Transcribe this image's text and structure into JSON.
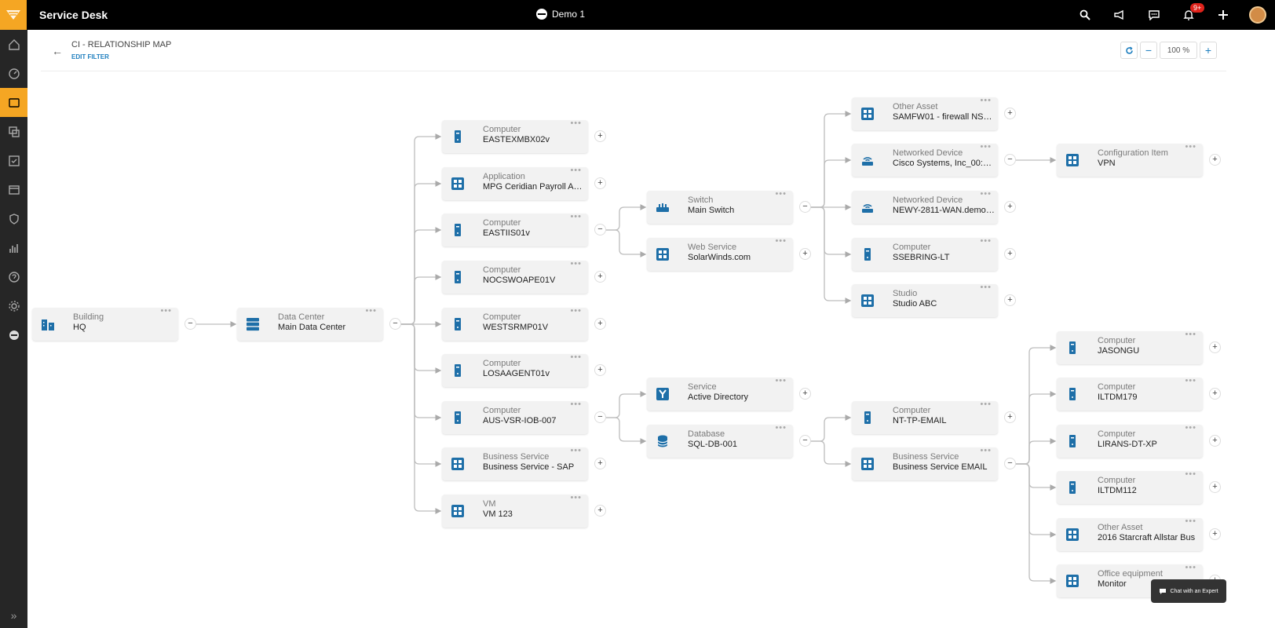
{
  "app": {
    "title": "Service Desk",
    "account": "Demo 1",
    "notification_count": "9+"
  },
  "header": {
    "title": "CI - RELATIONSHIP MAP",
    "edit_filter": "EDIT FILTER",
    "zoom": "100 %"
  },
  "chat_button": "Chat with an Expert",
  "colors": {
    "accent": "#f5a623",
    "icon_blue": "#1e6fa8",
    "link": "#1f7fbf"
  },
  "nodes": [
    {
      "id": "hq",
      "type": "Building",
      "name": "HQ",
      "icon": "building-icon",
      "toggle": "−"
    },
    {
      "id": "dc",
      "type": "Data Center",
      "name": "Main Data Center",
      "icon": "server-rack-icon",
      "toggle": "−"
    },
    {
      "id": "c1",
      "type": "Computer",
      "name": "EASTEXMBX02v",
      "icon": "computer-icon",
      "toggle": "+"
    },
    {
      "id": "a1",
      "type": "Application",
      "name": "MPG Ceridian Payroll Ap...",
      "icon": "grid-icon",
      "toggle": "+"
    },
    {
      "id": "c2",
      "type": "Computer",
      "name": "EASTIIS01v",
      "icon": "computer-icon",
      "toggle": "−"
    },
    {
      "id": "c3",
      "type": "Computer",
      "name": "NOCSWOAPE01V",
      "icon": "computer-icon",
      "toggle": "+"
    },
    {
      "id": "c4",
      "type": "Computer",
      "name": "WESTSRMP01V",
      "icon": "computer-icon",
      "toggle": "+"
    },
    {
      "id": "c5",
      "type": "Computer",
      "name": "LOSAAGENT01v",
      "icon": "computer-icon",
      "toggle": "+"
    },
    {
      "id": "c6",
      "type": "Computer",
      "name": "AUS-VSR-IOB-007",
      "icon": "computer-icon",
      "toggle": "−"
    },
    {
      "id": "bs1",
      "type": "Business Service",
      "name": "Business Service - SAP",
      "icon": "grid-icon",
      "toggle": "+"
    },
    {
      "id": "vm",
      "type": "VM",
      "name": "VM 123",
      "icon": "grid-icon",
      "toggle": "+"
    },
    {
      "id": "sw",
      "type": "Switch",
      "name": "Main Switch",
      "icon": "switch-icon",
      "toggle": "−"
    },
    {
      "id": "ws",
      "type": "Web Service",
      "name": "SolarWinds.com",
      "icon": "grid-icon",
      "toggle": "+"
    },
    {
      "id": "ad",
      "type": "Service",
      "name": "Active Directory",
      "icon": "service-icon",
      "toggle": "+"
    },
    {
      "id": "db",
      "type": "Database",
      "name": "SQL-DB-001",
      "icon": "database-icon",
      "toggle": "−"
    },
    {
      "id": "oa1",
      "type": "Other Asset",
      "name": "SAMFW01 - firewall NSA...",
      "icon": "grid-icon",
      "toggle": "+"
    },
    {
      "id": "nd1",
      "type": "Networked Device",
      "name": "Cisco Systems, Inc_00:1E...",
      "icon": "router-icon",
      "toggle": "−"
    },
    {
      "id": "nd2",
      "type": "Networked Device",
      "name": "NEWY-2811-WAN.demo....",
      "icon": "router-icon",
      "toggle": "+"
    },
    {
      "id": "c7",
      "type": "Computer",
      "name": "SSEBRING-LT",
      "icon": "computer-icon",
      "toggle": "+"
    },
    {
      "id": "st",
      "type": "Studio",
      "name": "Studio ABC",
      "icon": "grid-icon",
      "toggle": "+"
    },
    {
      "id": "c8",
      "type": "Computer",
      "name": "NT-TP-EMAIL",
      "icon": "computer-icon",
      "toggle": "+"
    },
    {
      "id": "bs2",
      "type": "Business Service",
      "name": "Business Service EMAIL",
      "icon": "grid-icon",
      "toggle": "−"
    },
    {
      "id": "ci",
      "type": "Configuration Item",
      "name": "VPN",
      "icon": "grid-icon",
      "toggle": "+"
    },
    {
      "id": "c9",
      "type": "Computer",
      "name": "JASONGU",
      "icon": "computer-icon",
      "toggle": "+"
    },
    {
      "id": "c10",
      "type": "Computer",
      "name": "ILTDM179",
      "icon": "computer-icon",
      "toggle": "+"
    },
    {
      "id": "c11",
      "type": "Computer",
      "name": "LIRANS-DT-XP",
      "icon": "computer-icon",
      "toggle": "+"
    },
    {
      "id": "c12",
      "type": "Computer",
      "name": "ILTDM112",
      "icon": "computer-icon",
      "toggle": "+"
    },
    {
      "id": "oa2",
      "type": "Other Asset",
      "name": "2016 Starcraft Allstar Bus",
      "icon": "grid-icon",
      "toggle": "+"
    },
    {
      "id": "oe",
      "type": "Office equipment",
      "name": "Monitor",
      "icon": "grid-icon",
      "toggle": "+"
    }
  ],
  "edges": [
    [
      "hq",
      "dc"
    ],
    [
      "dc",
      "c1"
    ],
    [
      "dc",
      "a1"
    ],
    [
      "dc",
      "c2"
    ],
    [
      "dc",
      "c3"
    ],
    [
      "dc",
      "c4"
    ],
    [
      "dc",
      "c5"
    ],
    [
      "dc",
      "c6"
    ],
    [
      "dc",
      "bs1"
    ],
    [
      "dc",
      "vm"
    ],
    [
      "c2",
      "sw"
    ],
    [
      "c2",
      "ws"
    ],
    [
      "c6",
      "ad"
    ],
    [
      "c6",
      "db"
    ],
    [
      "sw",
      "oa1"
    ],
    [
      "sw",
      "nd1"
    ],
    [
      "sw",
      "nd2"
    ],
    [
      "sw",
      "c7"
    ],
    [
      "sw",
      "st"
    ],
    [
      "db",
      "c8"
    ],
    [
      "db",
      "bs2"
    ],
    [
      "nd1",
      "ci"
    ],
    [
      "bs2",
      "c9"
    ],
    [
      "bs2",
      "c10"
    ],
    [
      "bs2",
      "c11"
    ],
    [
      "bs2",
      "c12"
    ],
    [
      "bs2",
      "oa2"
    ],
    [
      "bs2",
      "oe"
    ]
  ]
}
